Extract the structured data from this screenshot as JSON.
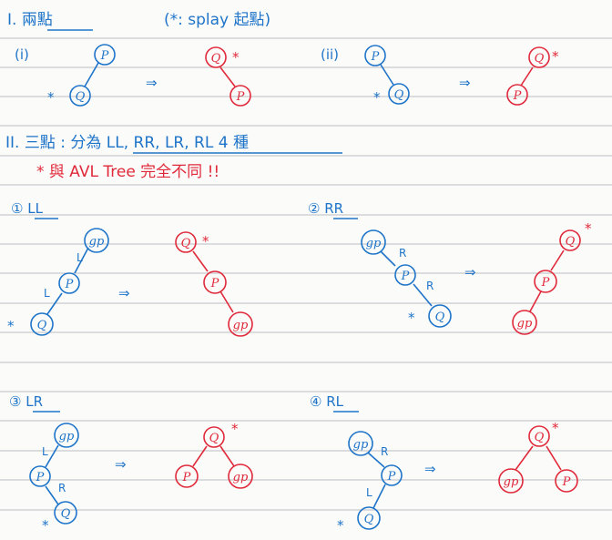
{
  "section1": {
    "heading": "I. 兩點",
    "note": "(*: splay 起點)",
    "case_i": {
      "label": "(i)"
    },
    "case_ii": {
      "label": "(ii)"
    }
  },
  "section2": {
    "heading": "II. 三點 : 分為 LL, RR, LR, RL 4 種",
    "warning": "* 與 AVL Tree 完全不同 !!"
  },
  "cases": {
    "ll": {
      "title": "① LL"
    },
    "rr": {
      "title": "② RR"
    },
    "lr": {
      "title": "③ LR"
    },
    "rl": {
      "title": "④ RL"
    }
  },
  "nodes": {
    "p": "P",
    "q": "Q",
    "gp": "gp"
  },
  "edges": {
    "l": "L",
    "r": "R"
  },
  "marks": {
    "splay": "*",
    "arrow": "⇒"
  },
  "colors": {
    "before": "#1e74c9",
    "after": "#e0293a",
    "rule": "#b8bcc4"
  }
}
